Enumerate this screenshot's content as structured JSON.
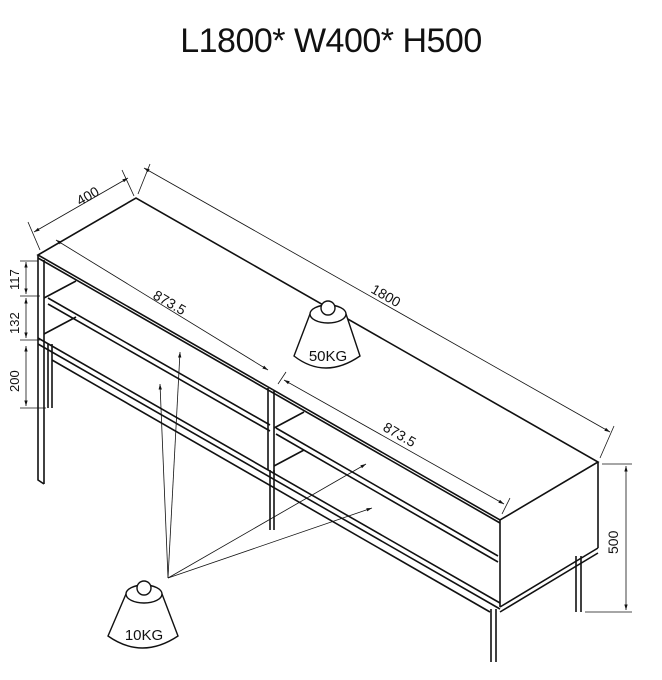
{
  "title": "L1800* W400* H500",
  "dimensions": {
    "depth": "400",
    "length": "1800",
    "compartment_left": "873.5",
    "compartment_right": "873.5",
    "height": "500",
    "top_gap": "117",
    "shelf_gap": "132",
    "leg_height": "200"
  },
  "weights": {
    "top_load": "50KG",
    "shelf_load": "10KG"
  },
  "colors": {
    "line": "#111111",
    "background": "#ffffff"
  }
}
